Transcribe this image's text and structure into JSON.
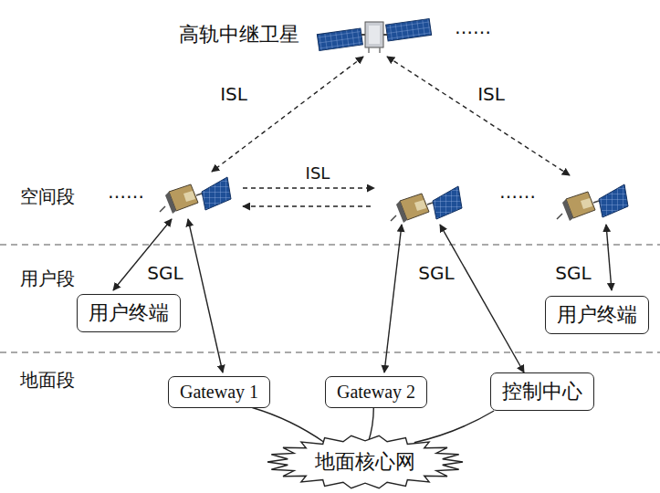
{
  "diagram": {
    "nodes": [
      {
        "text": [
          "用户终端"
        ]
      },
      {
        "text": [
          "用户终端"
        ]
      },
      {
        "text": [
          "Gateway 1"
        ]
      },
      {
        "text": [
          "Gateway 2"
        ]
      },
      {
        "text": [
          "控制中心"
        ]
      },
      {
        "text": [
          "地面核心网"
        ]
      }
    ],
    "edges": [
      {
        "from": 2,
        "to": 5,
        "arrow": "none"
      },
      {
        "from": 3,
        "to": 5,
        "arrow": "none"
      },
      {
        "from": 4,
        "to": 5,
        "arrow": "none"
      }
    ],
    "labels": [
      "高轨中继卫星",
      "……",
      "ISL",
      "ISL",
      "ISL",
      "空间段",
      "……",
      "……",
      "用户段",
      "SGL",
      "SGL",
      "SGL",
      "地面段"
    ]
  }
}
